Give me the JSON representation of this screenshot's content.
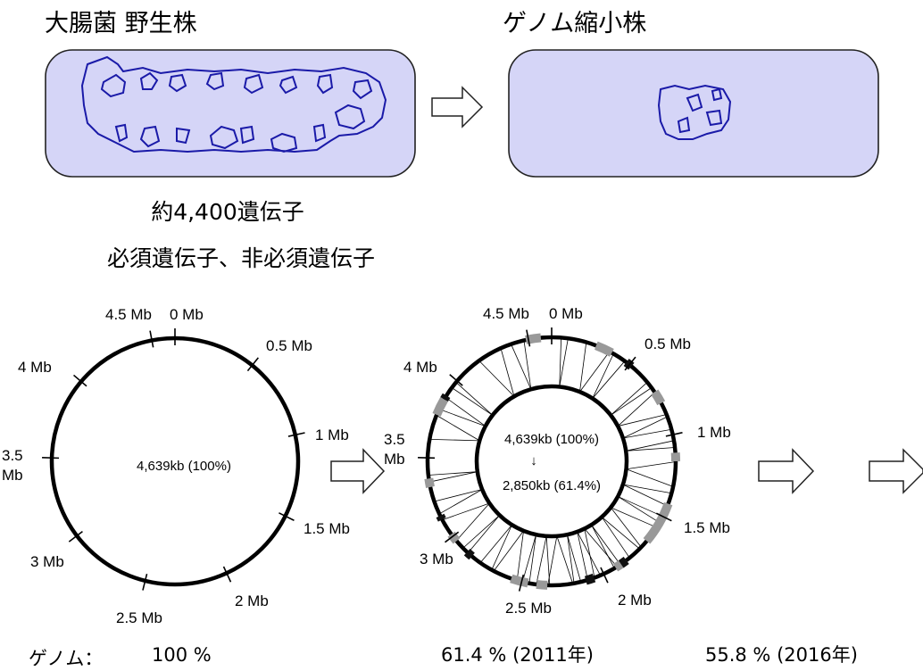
{
  "titles": {
    "wild_type": "大腸菌 野生株",
    "reduced": "ゲノム縮小株"
  },
  "captions": {
    "gene_count": "約4,400遺伝子",
    "gene_types": "必須遺伝子、非必須遺伝子"
  },
  "map_full": {
    "ticks": [
      {
        "label": "0 Mb",
        "angle": 0
      },
      {
        "label": "0.5 Mb",
        "angle": 38.8
      },
      {
        "label": "1 Mb",
        "angle": 77.6
      },
      {
        "label": "1.5 Mb",
        "angle": 116.4
      },
      {
        "label": "2 Mb",
        "angle": 155.2
      },
      {
        "label": "2.5 Mb",
        "angle": 194
      },
      {
        "label": "3 Mb",
        "angle": 232.8
      },
      {
        "label": "3.5 Mb",
        "angle": 271.6
      },
      {
        "label": "4 Mb",
        "angle": 310.4
      },
      {
        "label": "4.5 Mb",
        "angle": 349.2
      }
    ],
    "center_label": "4,639kb (100%)"
  },
  "map_reduced": {
    "ticks": [
      {
        "label": "0 Mb",
        "angle": 0
      },
      {
        "label": "0.5 Mb",
        "angle": 38.8
      },
      {
        "label": "1 Mb",
        "angle": 77.6
      },
      {
        "label": "1.5 Mb",
        "angle": 116.4
      },
      {
        "label": "2 Mb",
        "angle": 155.2
      },
      {
        "label": "2.5 Mb",
        "angle": 194
      },
      {
        "label": "3 Mb",
        "angle": 232.8
      },
      {
        "label": "3.5 Mb",
        "angle": 271.6
      },
      {
        "label": "4 Mb",
        "angle": 310.4
      },
      {
        "label": "4.5 Mb",
        "angle": 349.2
      }
    ],
    "center_top": "4,639kb (100%)",
    "center_arrow": "↓",
    "center_bottom": "2,850kb (61.4%)",
    "deletion_angles": [
      6,
      22,
      33,
      52,
      62,
      72,
      82,
      96,
      108,
      118,
      128,
      138,
      148,
      154,
      160,
      168,
      176,
      184,
      192,
      202,
      212,
      224,
      236,
      248,
      262,
      286,
      298,
      308,
      330,
      344
    ],
    "gray_segments": [
      [
        349,
        355
      ],
      [
        21,
        29
      ],
      [
        56,
        62
      ],
      [
        86,
        90
      ],
      [
        110,
        130
      ],
      [
        143,
        149
      ],
      [
        182,
        187
      ],
      [
        191,
        199
      ],
      [
        230,
        234
      ],
      [
        258,
        262
      ],
      [
        292,
        300
      ],
      [
        348,
        350
      ]
    ],
    "black_segments": [
      [
        37,
        40
      ],
      [
        143,
        146
      ],
      [
        160,
        164
      ],
      [
        220,
        223
      ],
      [
        242,
        244
      ],
      [
        300,
        302
      ]
    ]
  },
  "footer": {
    "genome_label": "ゲノム：",
    "pct_1": "100 %",
    "pct_2": "61.4 % (2011年)",
    "pct_3": "55.8 % (2016年)"
  },
  "colors": {
    "cell_fill": "#d5d5f7",
    "dna": "#1a1aa8",
    "deletion_gray": "#999999"
  }
}
